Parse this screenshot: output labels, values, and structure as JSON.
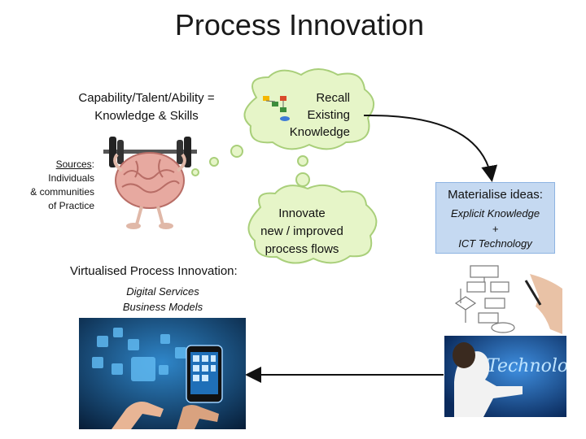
{
  "title": "Process Innovation",
  "capability": {
    "line1": "Capability/Talent/Ability =",
    "line2": "Knowledge & Skills"
  },
  "sources": {
    "heading": "Sources",
    "colon": ":",
    "line1": "Individuals",
    "line2": "& communities",
    "line3": "of Practice"
  },
  "cloud_recall": {
    "line1": "Recall",
    "line2": "Existing",
    "line3": "Knowledge"
  },
  "cloud_innovate": {
    "line1": "Innovate",
    "line2": "new / improved",
    "line3": "process flows"
  },
  "materialise": {
    "heading": "Materialise ideas:",
    "line1": "Explicit Knowledge",
    "line2": "+",
    "line3": "ICT Technology"
  },
  "virtualised": {
    "heading": "Virtualised Process Innovation:",
    "line1": "Digital Services",
    "line2": "Business Models"
  },
  "tech_word": "Technology",
  "colors": {
    "cloud_fill": "#e6f5c8",
    "cloud_stroke": "#a9cf7a",
    "materialise_fill": "#c5d9f1",
    "arrow": "#111111"
  }
}
